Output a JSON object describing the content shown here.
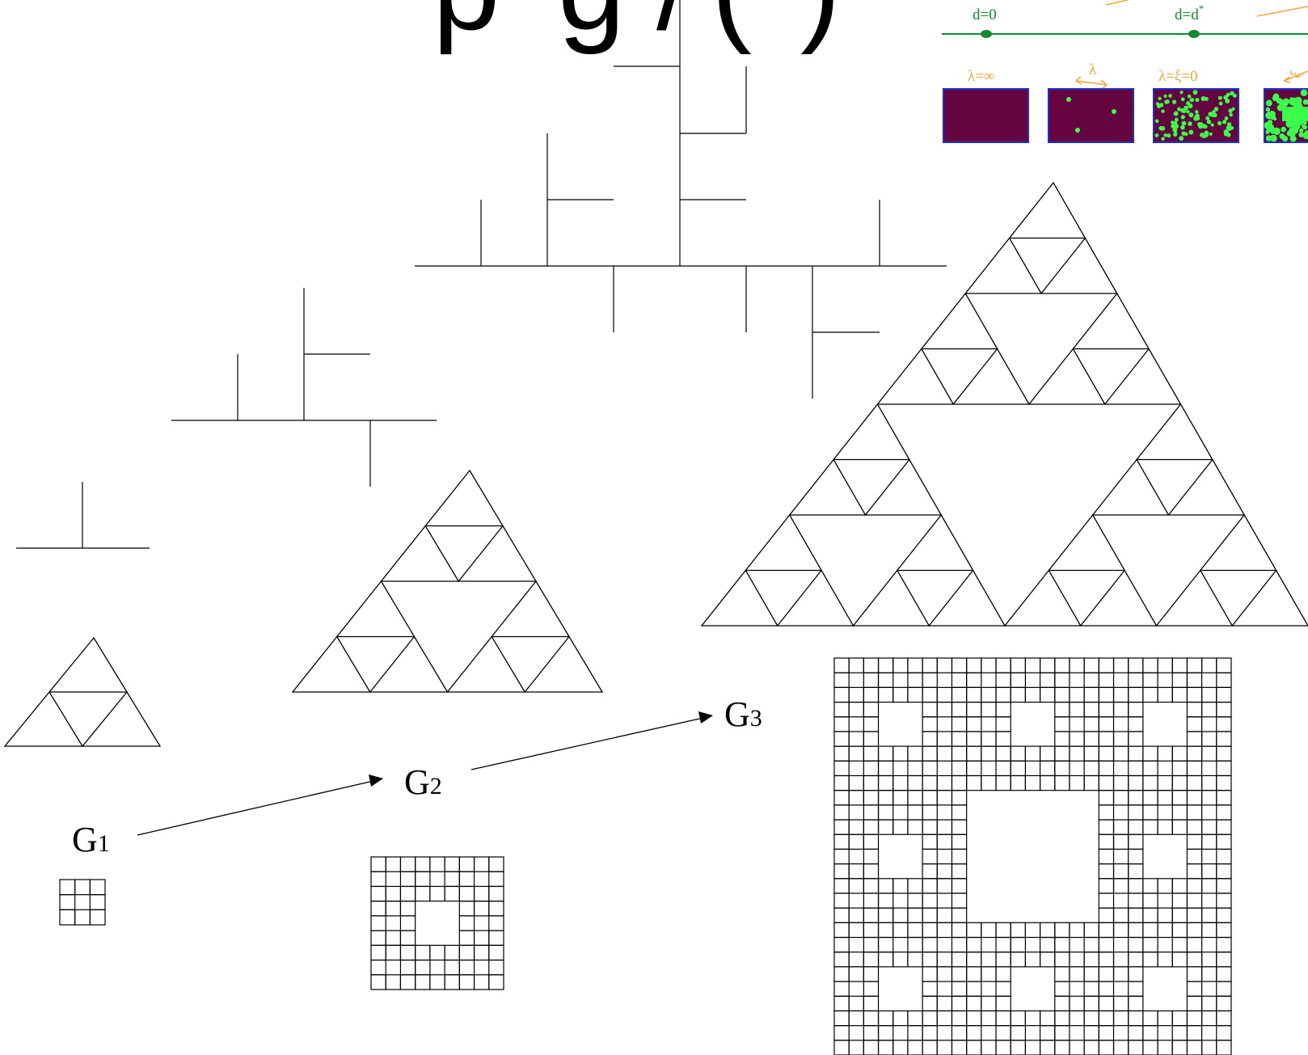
{
  "phase_panel": {
    "axis_labels": [
      "d=0",
      "d=d"
    ],
    "critical_superscript": "*",
    "states": [
      "λ=∞",
      "λ",
      "λ=ξ=0",
      "ξ"
    ],
    "colors": {
      "green": "#138a2f",
      "orange": "#f7a43b",
      "purple": "#650540",
      "blue": "#1a2fd6",
      "lime": "#39ff4a"
    }
  },
  "sequence": {
    "labels": [
      {
        "letter": "G",
        "index": "1"
      },
      {
        "letter": "G",
        "index": "2"
      },
      {
        "letter": "G",
        "index": "3"
      }
    ]
  },
  "fractals": {
    "sierpinski_gasket_levels": [
      1,
      2,
      3
    ],
    "sierpinski_carpet_levels": [
      1,
      2,
      3
    ],
    "tree_levels": [
      1,
      2,
      3
    ]
  }
}
